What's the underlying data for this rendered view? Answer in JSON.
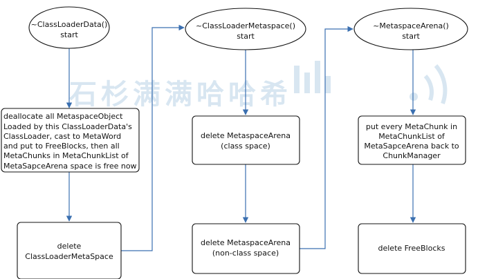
{
  "watermark": "石杉满满哈哈希",
  "nodes": {
    "cld_start": [
      "~ClassLoaderData()",
      "start"
    ],
    "dealloc": [
      "deallocate all MetaspaceObject",
      "Loaded by this ClassLoaderData's",
      "ClassLoader, cast to MetaWord",
      "and put to FreeBlocks,  then all",
      "MetaChunks in MetaChunkList of",
      "MetaSapceArena space is free now"
    ],
    "delete_clms": [
      "delete",
      "ClassLoaderMetaSpace"
    ],
    "clms_start": [
      "~ClassLoaderMetaspace()",
      "start"
    ],
    "delete_arena_class": [
      "delete MetaspaceArena",
      "(class space)"
    ],
    "delete_arena_nonclass": [
      "delete MetaspaceArena",
      "(non-class space)"
    ],
    "ma_start": [
      "~MetaspaceArena()",
      "start"
    ],
    "put_chunks": [
      "put every MetaChunk in",
      "MetaChunkList of",
      "MetaSapceArena back to",
      "ChunkManager"
    ],
    "delete_freeblocks": [
      "delete FreeBlocks"
    ]
  }
}
